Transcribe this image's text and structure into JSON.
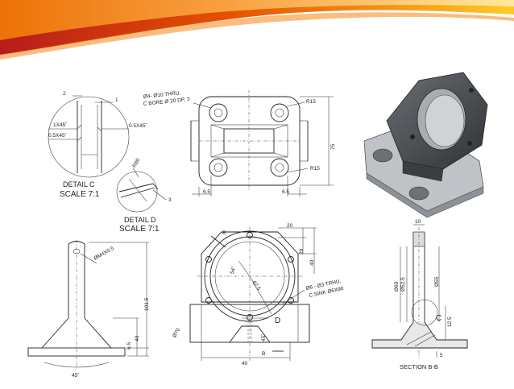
{
  "decor": {
    "swoosh_colors": [
      "#c62828",
      "#ef6c00",
      "#ffb300",
      "#ffe082"
    ]
  },
  "detail_c": {
    "dims": [
      "2",
      "1",
      "1X45˚",
      "0.5X45˚",
      "0.5X45˚"
    ],
    "title": "DETAIL C",
    "scale": "SCALE 7:1"
  },
  "detail_d": {
    "dims": [
      "R80",
      "3"
    ],
    "title": "DETAIL D",
    "scale": "SCALE 7:1"
  },
  "top_view": {
    "note_line1": "Ø4- Ø10 THRU,",
    "note_line2": "C BORE Ø 20 DP, 3",
    "dims": [
      "R15",
      "R15",
      "75",
      "6.5",
      "6.5"
    ]
  },
  "side_view": {
    "dims": [
      "ØM4X0.5",
      "101.5",
      "40",
      "6.5",
      "45˚"
    ]
  },
  "front_view": {
    "dims": [
      "B",
      "B",
      "20",
      "20",
      "40",
      "54˚",
      "62.5",
      "Ø70",
      "45˚",
      "40"
    ],
    "note_line1": "Ø6 - Ø3 TRHU,",
    "note_line2": "C SINK Ø6X90",
    "label_d": "D"
  },
  "section_view": {
    "dims": [
      "10",
      "Ø60",
      "Ø52.5",
      "Ø55",
      "12.5",
      "5"
    ],
    "label_c": "C",
    "title": "SECTION B-B"
  }
}
